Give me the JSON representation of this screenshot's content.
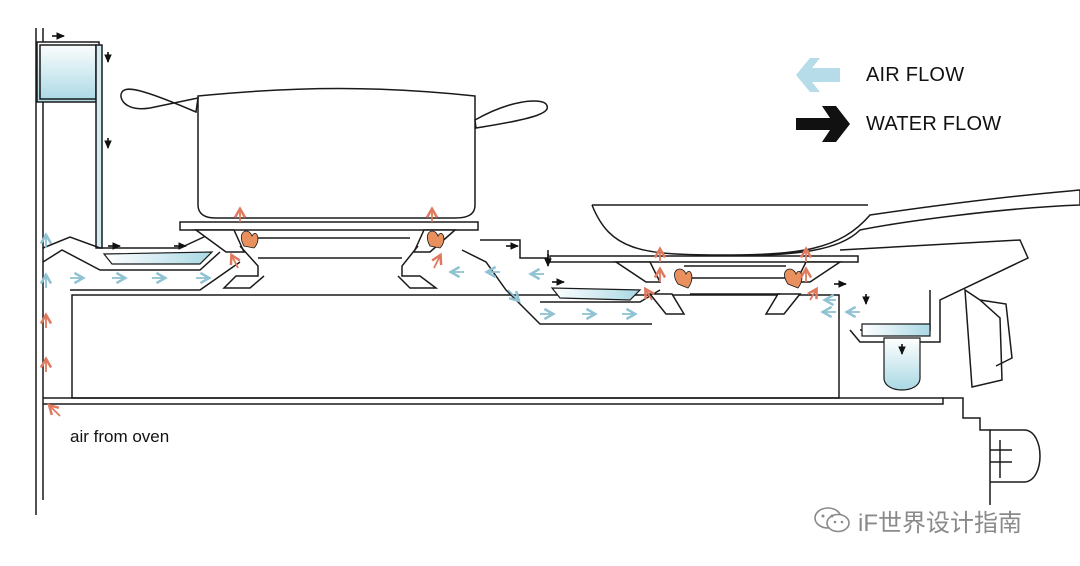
{
  "legend": {
    "air_flow": "AIR FLOW",
    "water_flow": "WATER FLOW",
    "air_flow_color": "#9ed0e0",
    "water_flow_color": "#111111"
  },
  "labels": {
    "air_from_oven": "air from oven"
  },
  "watermark": {
    "text": "iF世界设计指南",
    "icon": "wechat-icon"
  },
  "colors": {
    "outline": "#1a1a1a",
    "water_fill": "#a9d8e4",
    "hot_air_arrow": "#e07a5f",
    "cool_air_arrow": "#9ec9d6",
    "flame": "#e8905e",
    "flame_core": "#c9c9c9"
  }
}
